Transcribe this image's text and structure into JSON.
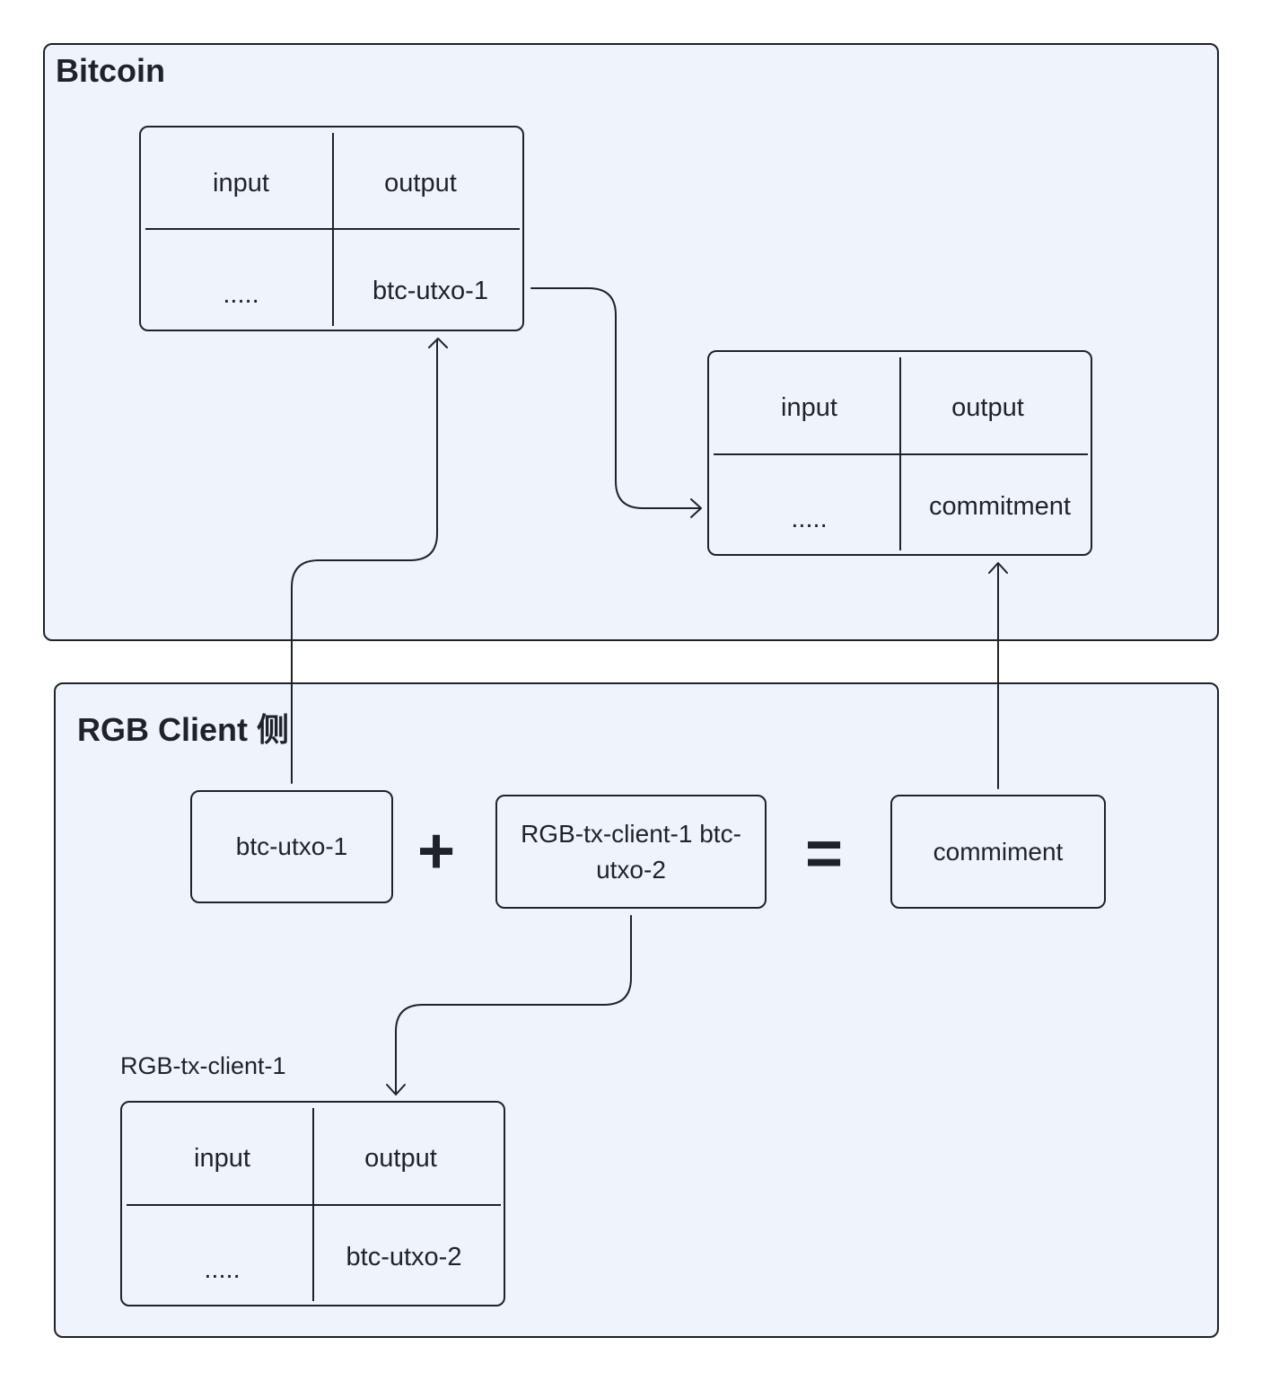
{
  "bitcoin_group": {
    "title": "Bitcoin"
  },
  "client_group": {
    "title": "RGB Client 侧"
  },
  "tx_btc_1": {
    "header_input": "input",
    "header_output": "output",
    "row_input": ".....",
    "row_output": "btc-utxo-1"
  },
  "tx_commit": {
    "header_input": "input",
    "header_output": "output",
    "row_input": ".....",
    "row_output": "commitment"
  },
  "tx_client": {
    "caption": "RGB-tx-client-1",
    "header_input": "input",
    "header_output": "output",
    "row_input": ".....",
    "row_output": "btc-utxo-2"
  },
  "equation": {
    "operand_1": "btc-utxo-1",
    "plus": "+",
    "operand_2": "RGB-tx-client-1 btc-utxo-2",
    "equals": "=",
    "result": "commiment"
  },
  "colors": {
    "stroke": "#1f2329",
    "fill": "#eff3fc"
  }
}
